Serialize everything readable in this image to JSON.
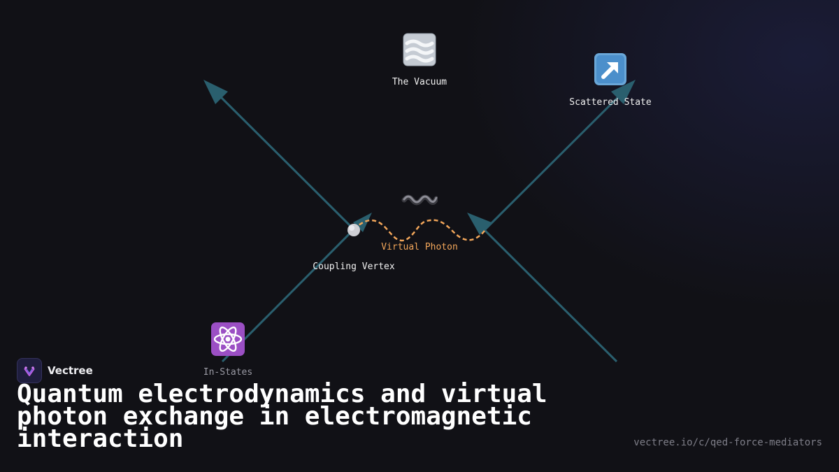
{
  "diagram": {
    "nodes": {
      "vacuum": {
        "label": "The Vacuum",
        "icon": "fog-icon"
      },
      "scattered": {
        "label": "Scattered State",
        "icon": "up-right-arrow-icon"
      },
      "wave": {
        "icon": "wavy-dash-icon"
      },
      "virtual_photon": {
        "label": "Virtual Photon",
        "color": "#f2a65a"
      },
      "coupling_vertex": {
        "label": "Coupling Vertex"
      },
      "in_states": {
        "label": "In-States",
        "icon": "atom-icon"
      }
    },
    "line_color": "#2a5f6e",
    "accent_color": "#f2a65a"
  },
  "brand": {
    "name": "Vectree"
  },
  "title": "Quantum electrodynamics and virtual photon exchange in electromagnetic interaction",
  "url": "vectree.io/c/qed-force-mediators"
}
